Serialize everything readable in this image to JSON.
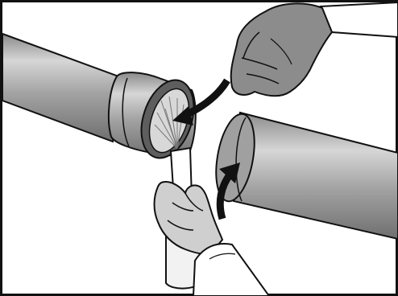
{
  "illustration": {
    "subject": "pipe-joint-lubrication-and-assembly",
    "elements": [
      "left-pipe-with-socket",
      "right-pipe-spigot",
      "upper-hand",
      "lower-hand",
      "lubricant-container",
      "direction-arrow-upper",
      "direction-arrow-lower"
    ]
  },
  "colors": {
    "pipe_fill": "#a6a6a6",
    "pipe_highlight": "#d0d0d0",
    "pipe_shadow": "#7a7a7a",
    "glove_fill": "#888888",
    "skin_fill": "#cfcfcf",
    "sleeve_fill": "#ffffff",
    "container_fill": "#f2f2f2",
    "outline": "#111111",
    "border": "#111111"
  }
}
